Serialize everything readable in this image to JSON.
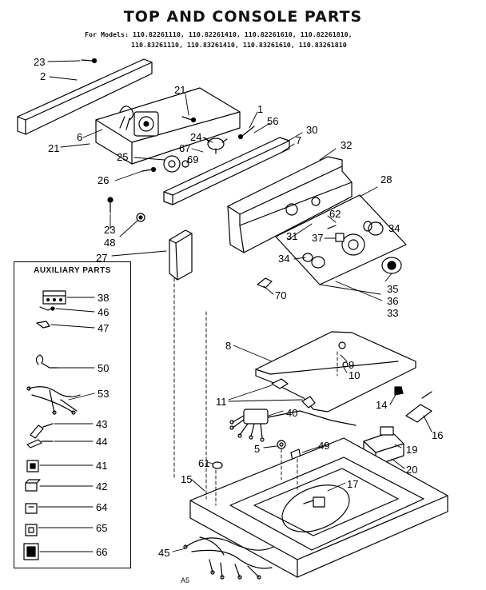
{
  "title": "TOP AND CONSOLE PARTS",
  "models_line1": "For Models: 110.82261110, 110.82261410, 110.82261610, 110.82261810,",
  "models_line2": "110.83261110, 110.83261410, 110.83261610, 110.83261810",
  "aux_title": "AUXILIARY PARTS",
  "footer": "A5",
  "callouts": [
    {
      "id": "c23a",
      "text": "23"
    },
    {
      "id": "c2",
      "text": "2"
    },
    {
      "id": "c21a",
      "text": "21"
    },
    {
      "id": "c1",
      "text": "1"
    },
    {
      "id": "c56",
      "text": "56"
    },
    {
      "id": "c30",
      "text": "30"
    },
    {
      "id": "c7",
      "text": "7"
    },
    {
      "id": "c32",
      "text": "32"
    },
    {
      "id": "c6",
      "text": "6"
    },
    {
      "id": "c21b",
      "text": "21"
    },
    {
      "id": "c24",
      "text": "24"
    },
    {
      "id": "c67",
      "text": "67"
    },
    {
      "id": "c25",
      "text": "25"
    },
    {
      "id": "c69",
      "text": "69"
    },
    {
      "id": "c26",
      "text": "26"
    },
    {
      "id": "c28",
      "text": "28"
    },
    {
      "id": "c23b",
      "text": "23"
    },
    {
      "id": "c48",
      "text": "48"
    },
    {
      "id": "c62",
      "text": "62"
    },
    {
      "id": "c34a",
      "text": "34"
    },
    {
      "id": "c31",
      "text": "31"
    },
    {
      "id": "c37",
      "text": "37"
    },
    {
      "id": "c27",
      "text": "27"
    },
    {
      "id": "c34b",
      "text": "34"
    },
    {
      "id": "c35",
      "text": "35"
    },
    {
      "id": "c70",
      "text": "70"
    },
    {
      "id": "c36",
      "text": "36"
    },
    {
      "id": "c33",
      "text": "33"
    },
    {
      "id": "c8",
      "text": "8"
    },
    {
      "id": "c9",
      "text": "9"
    },
    {
      "id": "c10",
      "text": "10"
    },
    {
      "id": "c11",
      "text": "11"
    },
    {
      "id": "c14",
      "text": "14"
    },
    {
      "id": "c40",
      "text": "40"
    },
    {
      "id": "c16",
      "text": "16"
    },
    {
      "id": "c5",
      "text": "5"
    },
    {
      "id": "c49",
      "text": "49"
    },
    {
      "id": "c19",
      "text": "19"
    },
    {
      "id": "c61",
      "text": "61"
    },
    {
      "id": "c20",
      "text": "20"
    },
    {
      "id": "c15",
      "text": "15"
    },
    {
      "id": "c17",
      "text": "17"
    },
    {
      "id": "c45",
      "text": "45"
    },
    {
      "id": "a38",
      "text": "38"
    },
    {
      "id": "a46",
      "text": "46"
    },
    {
      "id": "a47",
      "text": "47"
    },
    {
      "id": "a50",
      "text": "50"
    },
    {
      "id": "a53",
      "text": "53"
    },
    {
      "id": "a43",
      "text": "43"
    },
    {
      "id": "a44",
      "text": "44"
    },
    {
      "id": "a41",
      "text": "41"
    },
    {
      "id": "a42",
      "text": "42"
    },
    {
      "id": "a64",
      "text": "64"
    },
    {
      "id": "a65",
      "text": "65"
    },
    {
      "id": "a66",
      "text": "66"
    }
  ]
}
